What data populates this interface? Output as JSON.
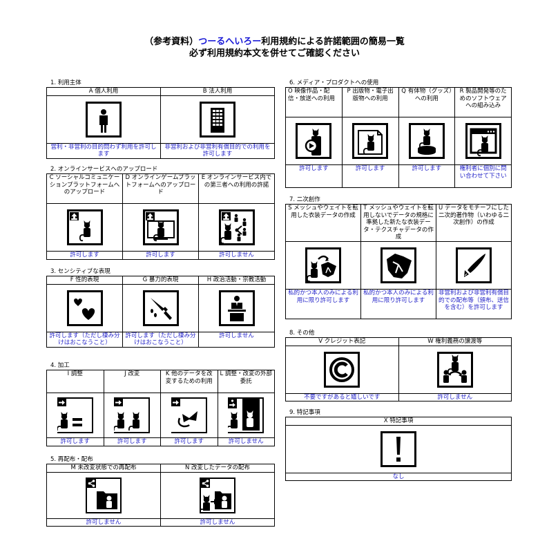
{
  "title": {
    "line1_prefix": "（参考資料）",
    "line1_brand": "つーるへいろー",
    "line1_suffix": "利用規約による許諾範囲の簡易一覧",
    "line2": "必ず利用規約本文を併せてご確認ください"
  },
  "colors": {
    "brand": "#1a1ad6",
    "result_text": "#2323c8",
    "border": "#000000"
  },
  "sections": {
    "s1": {
      "heading": "1. 利用主体",
      "items": [
        {
          "label": "A 個人利用",
          "icon": "person-icon",
          "result": "営利・非営利の目的問わず利用を許可します"
        },
        {
          "label": "B 法人利用",
          "icon": "building-icon",
          "result": "非営利および非営利有償目的での利用を許可します"
        }
      ]
    },
    "s2": {
      "heading": "2. オンラインサービスへのアップロード",
      "items": [
        {
          "label": "C ソーシャルコミュニケーションプラットフォームへのアップロード",
          "icon": "upload-avatar-icon",
          "result": "許可します"
        },
        {
          "label": "D オンラインゲームプラットフォームへのアップロード",
          "icon": "upload-monitor-icon",
          "result": "許可します"
        },
        {
          "label": "E オンラインサービス内での第三者への利用の許諾",
          "icon": "upload-share-icon",
          "result": "許可しません"
        }
      ]
    },
    "s3": {
      "heading": "3. センシティブな表現",
      "items": [
        {
          "label": "F 性的表現",
          "icon": "hearts-icon",
          "result": "許可します（ただし棲み分けはおこなうこと）"
        },
        {
          "label": "G 暴力的表現",
          "icon": "knife-icon",
          "result": "許可します（ただし棲み分けはおこなうこと）"
        },
        {
          "label": "H 政治活動・宗教活動",
          "icon": "podium-icon",
          "result": "許可しません"
        }
      ]
    },
    "s4": {
      "heading": "4. 加工",
      "items": [
        {
          "label": "I 調整",
          "icon": "adjust-icon",
          "result": "許可します"
        },
        {
          "label": "J 改変",
          "icon": "modify-icon",
          "result": "許可します"
        },
        {
          "label": "K 他のデータを改変するための利用",
          "icon": "reuse-parts-icon",
          "result": "許可します"
        },
        {
          "label": "L 調整・改変の外部委託",
          "icon": "outsource-icon",
          "result": "許可しません"
        }
      ]
    },
    "s5": {
      "heading": "5. 再配布・配布",
      "items": [
        {
          "label": "M 未改変状態での再配布",
          "icon": "share-folder-icon",
          "result": "許可しません"
        },
        {
          "label": "N 改変したデータの配布",
          "icon": "share-modified-icon",
          "result": "許可しません"
        }
      ]
    },
    "s6": {
      "heading": "6. メディア・プロダクトへの使用",
      "items": [
        {
          "label": "O 映像作品・配信・放送への利用",
          "icon": "video-play-icon",
          "result": "許可します"
        },
        {
          "label": "P 出版物・電子出版物への利用",
          "icon": "document-icon",
          "result": "許可します"
        },
        {
          "label": "Q 有体物（グッズ）への利用",
          "icon": "figure-stand-icon",
          "result": "許可します"
        },
        {
          "label": "R 製品開発等のためのソフトウェアへの組み込み",
          "icon": "app-window-icon",
          "result": "権利者に個別に問い合わせて下さい"
        }
      ]
    },
    "s7": {
      "heading": "7. 二次創作",
      "items": [
        {
          "label": "S メッシュやウェイトを転用した衣装データの作成",
          "icon": "clothing-transfer-icon",
          "result": "私的かつ本人のみによる利用に限り許可します"
        },
        {
          "label": "T メッシュやウェイトを転用しないでデータの規格に準拠した新たな衣装データ・テクスチャデータの作成",
          "icon": "clothing-icon",
          "result": "私的かつ本人のみによる利用に限り許可します"
        },
        {
          "label": "U データをモチーフにした二次的著作物（いわゆる二次創作）の作成",
          "icon": "pen-nib-icon",
          "result": "非営利および非営利有償目的での配布等（頒布、送信を含む）を許可します"
        }
      ]
    },
    "s8": {
      "heading": "8. その他",
      "items": [
        {
          "label": "V クレジット表記",
          "icon": "copyright-icon",
          "result": "不要ですがあると嬉しいです"
        },
        {
          "label": "W 権利義務の譲渡等",
          "icon": "transfer-rights-icon",
          "result": "許可しません"
        }
      ]
    },
    "s9": {
      "heading": "9. 特記事項",
      "items": [
        {
          "label": "X 特記事項",
          "icon": "exclamation-icon",
          "result": "なし"
        }
      ]
    }
  }
}
